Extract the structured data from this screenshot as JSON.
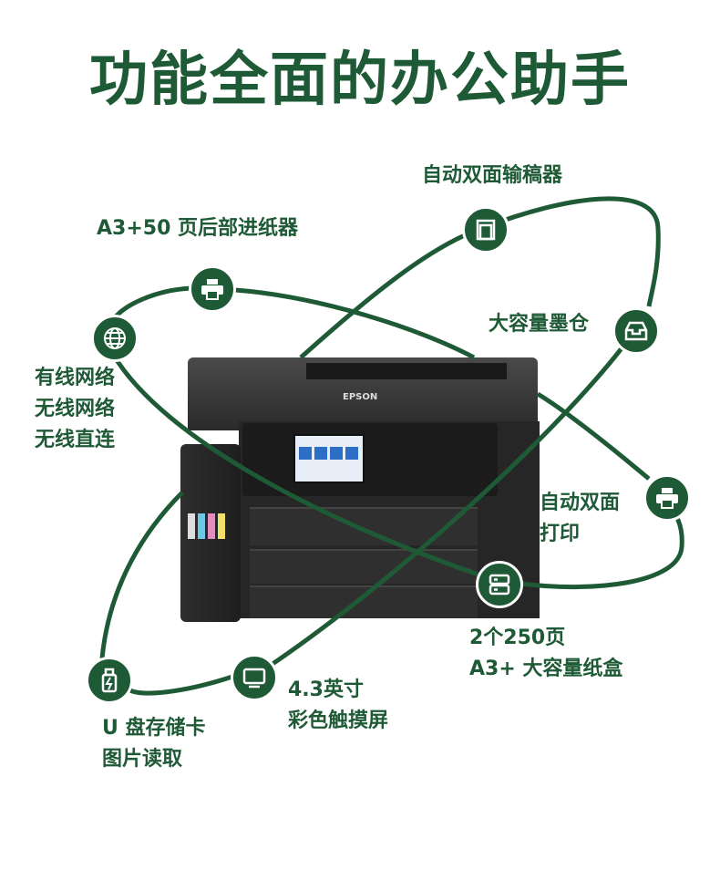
{
  "title": "功能全面的办公助手",
  "brand": {
    "logo": "EPSON",
    "accent": "#1f5a36"
  },
  "features": {
    "adf": "自动双面输稿器",
    "rear_feed": "A3+50 页后部进纸器",
    "ink_tank": "大容量墨仓",
    "network": [
      "有线网络",
      "无线网络",
      "无线直连"
    ],
    "duplex": [
      "自动双面",
      "打印"
    ],
    "trays": [
      "2个250页",
      "A3+ 大容量纸盒"
    ],
    "screen": [
      "4.3英寸",
      "彩色触摸屏"
    ],
    "usb": [
      "U 盘存储卡",
      "图片读取"
    ]
  }
}
